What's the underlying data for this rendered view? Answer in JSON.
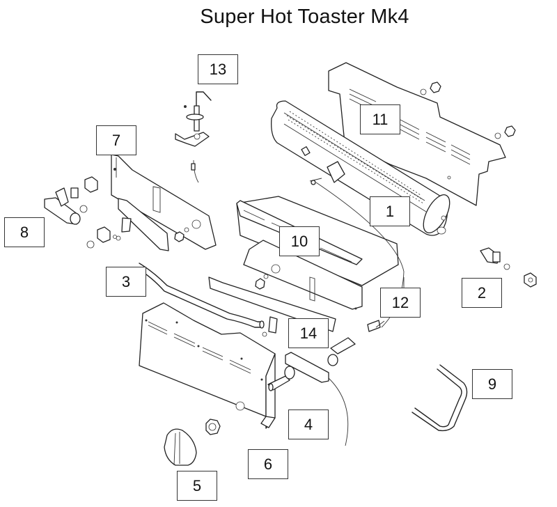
{
  "title": "Super Hot Toaster Mk4",
  "callouts": [
    {
      "id": "1",
      "label": "1"
    },
    {
      "id": "2",
      "label": "2"
    },
    {
      "id": "3",
      "label": "3"
    },
    {
      "id": "4",
      "label": "4"
    },
    {
      "id": "5",
      "label": "5"
    },
    {
      "id": "6",
      "label": "6"
    },
    {
      "id": "7",
      "label": "7"
    },
    {
      "id": "8",
      "label": "8"
    },
    {
      "id": "9",
      "label": "9"
    },
    {
      "id": "10",
      "label": "10"
    },
    {
      "id": "11",
      "label": "11"
    },
    {
      "id": "12",
      "label": "12"
    },
    {
      "id": "13",
      "label": "13"
    },
    {
      "id": "14",
      "label": "14"
    }
  ]
}
